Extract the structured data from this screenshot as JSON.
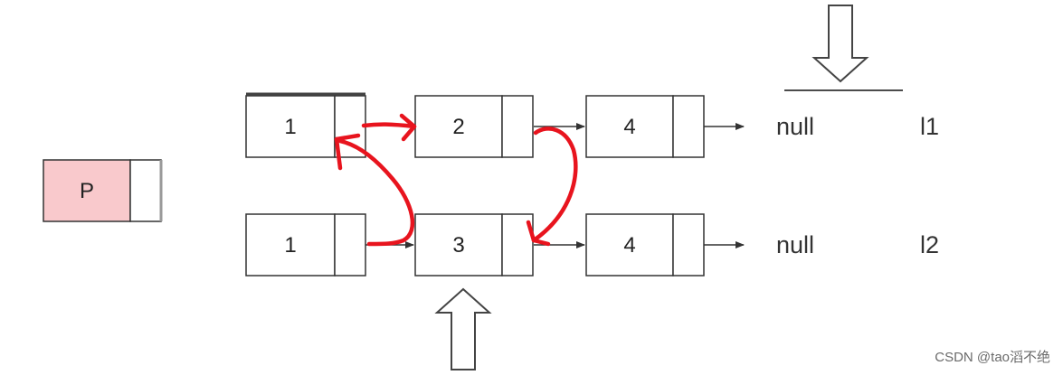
{
  "pointer_box": {
    "label": "P",
    "fill": "#f9c9cc"
  },
  "list1": {
    "name": "l1",
    "nodes": [
      "1",
      "2",
      "4"
    ],
    "terminator": "null"
  },
  "list2": {
    "name": "l2",
    "nodes": [
      "1",
      "3",
      "4"
    ],
    "terminator": "null"
  },
  "colors": {
    "stroke": "#333333",
    "red_arrow": "#e8141e",
    "hollow_arrow": "#444444"
  },
  "watermark": "CSDN @tao滔不绝"
}
